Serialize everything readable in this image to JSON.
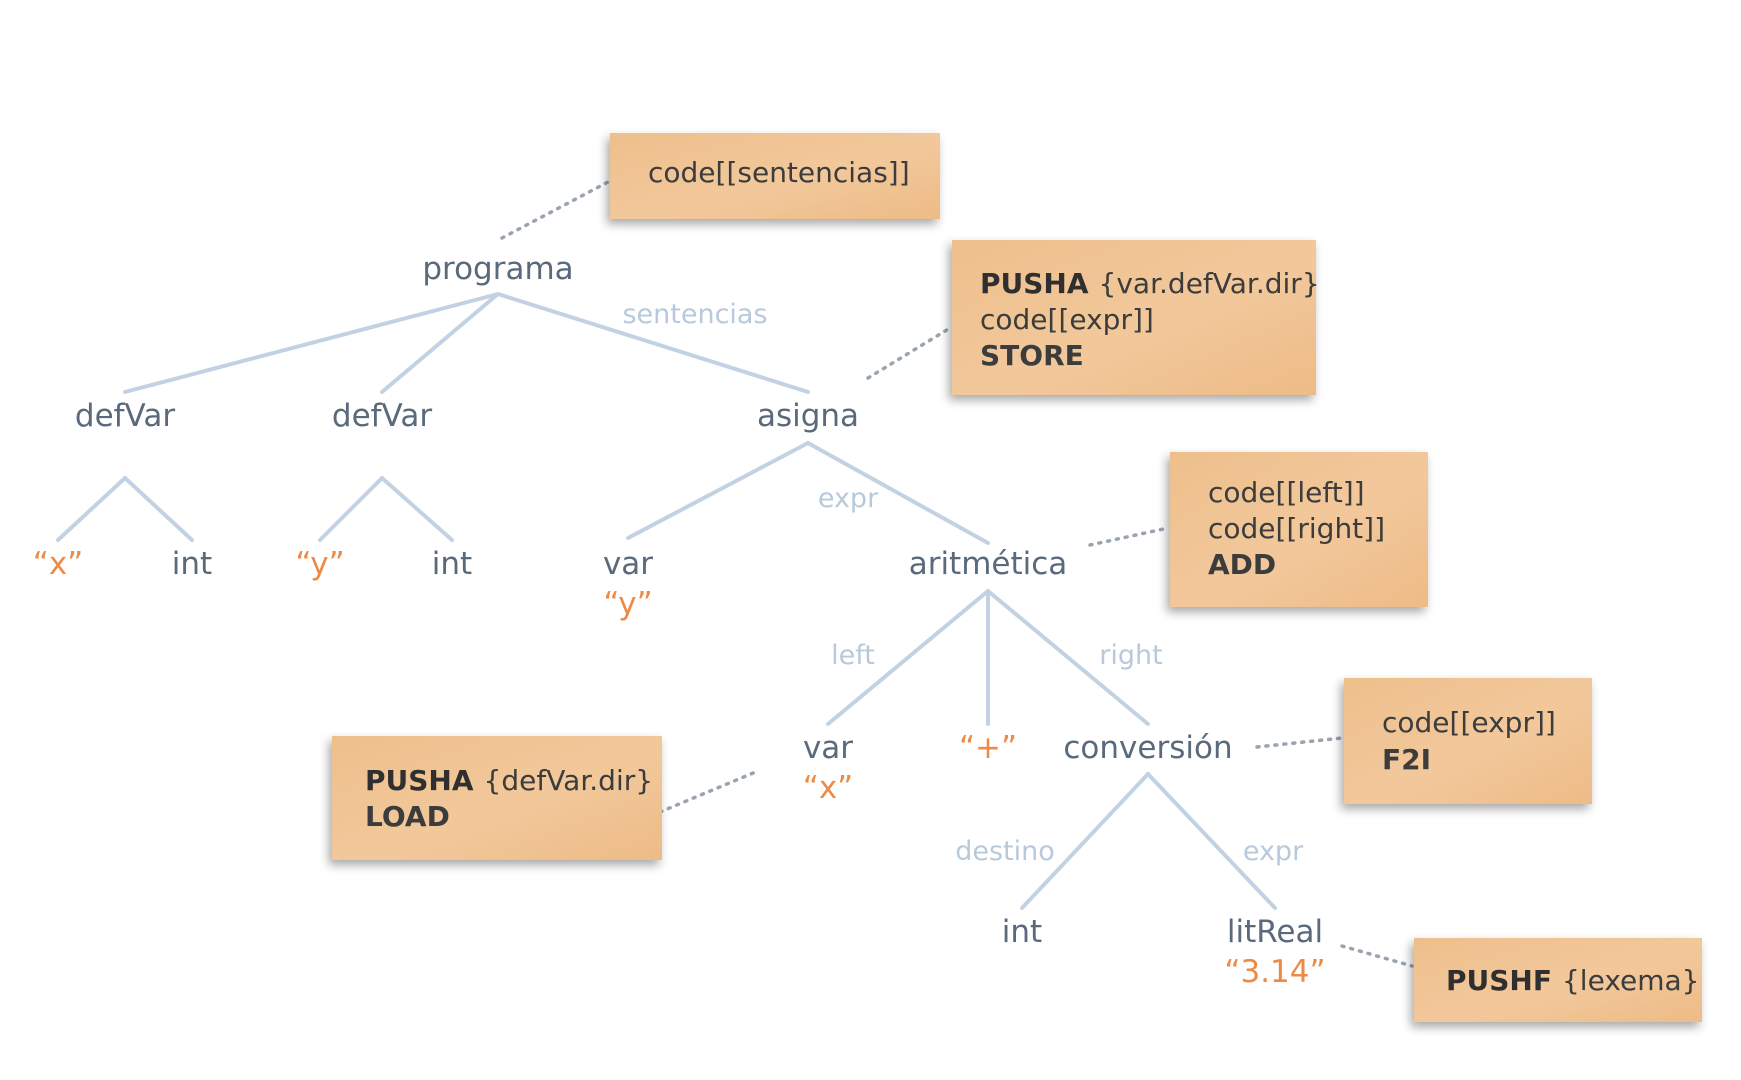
{
  "tree": {
    "nodes": {
      "programa": "programa",
      "defvar1": "defVar",
      "defvar2": "defVar",
      "asigna": "asigna",
      "x_lit": "“x”",
      "int1": "int",
      "y_lit": "“y”",
      "int2": "int",
      "var1": "var",
      "var1_lit": "“y”",
      "aritmetica": "aritmética",
      "var2": "var",
      "var2_lit": "“x”",
      "plus_lit": "“+”",
      "conversion": "conversión",
      "int3": "int",
      "litreal": "litReal",
      "litreal_lit": "“3.14”"
    },
    "edge_labels": {
      "sentencias": "sentencias",
      "expr1": "expr",
      "left": "left",
      "right": "right",
      "destino": "destino",
      "expr2": "expr"
    }
  },
  "notes": {
    "programa": {
      "line1": "code[[sentencias]]"
    },
    "asigna": {
      "kw1": "PUSHA",
      "arg1": "{var.defVar.dir}",
      "line2": "code[[expr]]",
      "kw3": "STORE"
    },
    "aritmetica": {
      "line1": "code[[left]]",
      "line2": "code[[right]]",
      "kw3": "ADD"
    },
    "conversion": {
      "line1": "code[[expr]]",
      "kw2": "F2I"
    },
    "var": {
      "kw1": "PUSHA",
      "arg1": "{defVar.dir}",
      "kw2": "LOAD"
    },
    "litreal": {
      "kw1": "PUSHF",
      "arg1": "{lexema}"
    }
  },
  "colors": {
    "node_text": "#5a6a7c",
    "literal_text": "#ee8a48",
    "edge": "#c3d2e3",
    "edge_label": "#b9c9dc",
    "note_fill": "#f0c393"
  }
}
